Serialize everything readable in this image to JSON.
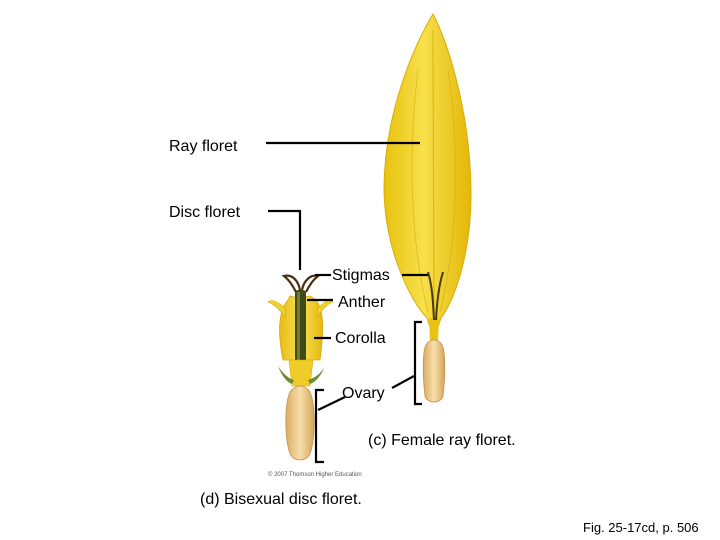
{
  "labels": {
    "ray_floret": "Ray floret",
    "disc_floret": "Disc floret",
    "stigmas": "Stigmas",
    "anther": "Anther",
    "corolla": "Corolla",
    "ovary": "Ovary"
  },
  "captions": {
    "female_ray": "(c) Female ray floret.",
    "bisexual_disc": "(d) Bisexual disc floret."
  },
  "copyright": "© 2007 Thomson Higher Education",
  "figure_ref": "Fig. 25-17cd, p. 506",
  "colors": {
    "petal": "#f2d21c",
    "petal_dark": "#e3bb0c",
    "ovary": "#ecc98a",
    "stamen": "#5a4a12",
    "leaf": "#6a8a2a",
    "leader": "#000000"
  }
}
